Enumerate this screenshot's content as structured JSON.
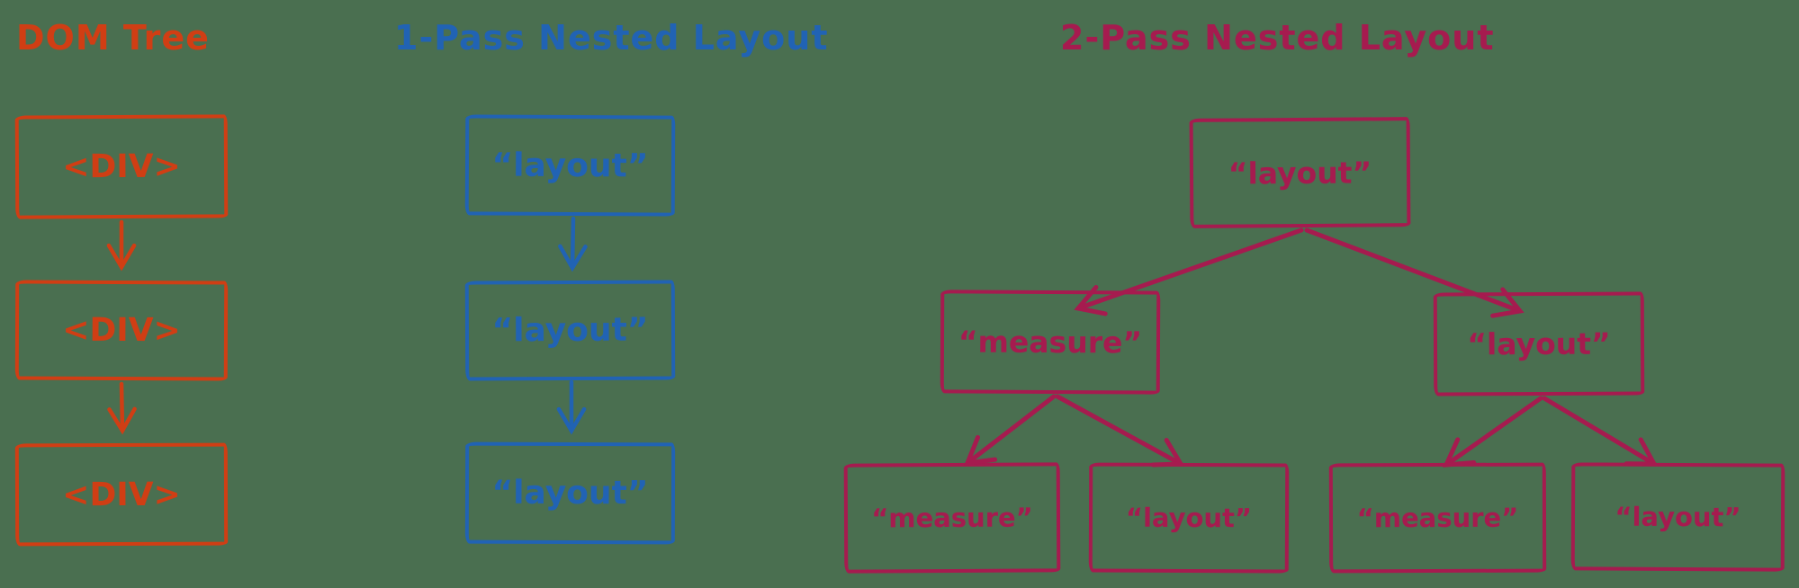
{
  "canvas": {
    "background_color": "#4a6f50"
  },
  "diagrams": {
    "dom_tree": {
      "title": "DOM Tree",
      "color": "#d03e14",
      "nodes": [
        {
          "label": "<DIV>"
        },
        {
          "label": "<DIV>"
        },
        {
          "label": "<DIV>"
        }
      ]
    },
    "one_pass": {
      "title": "1-Pass Nested Layout",
      "color": "#2163b4",
      "nodes": [
        {
          "label": "“layout”"
        },
        {
          "label": "“layout”"
        },
        {
          "label": "“layout”"
        }
      ]
    },
    "two_pass": {
      "title": "2-Pass Nested Layout",
      "color": "#a61b4f",
      "nodes": {
        "root": "“layout”",
        "branch_left": "“measure”",
        "branch_right": "“layout”",
        "leaf_1": "“measure”",
        "leaf_2": "“layout”",
        "leaf_3": "“measure”",
        "leaf_4": "“layout”"
      }
    }
  }
}
